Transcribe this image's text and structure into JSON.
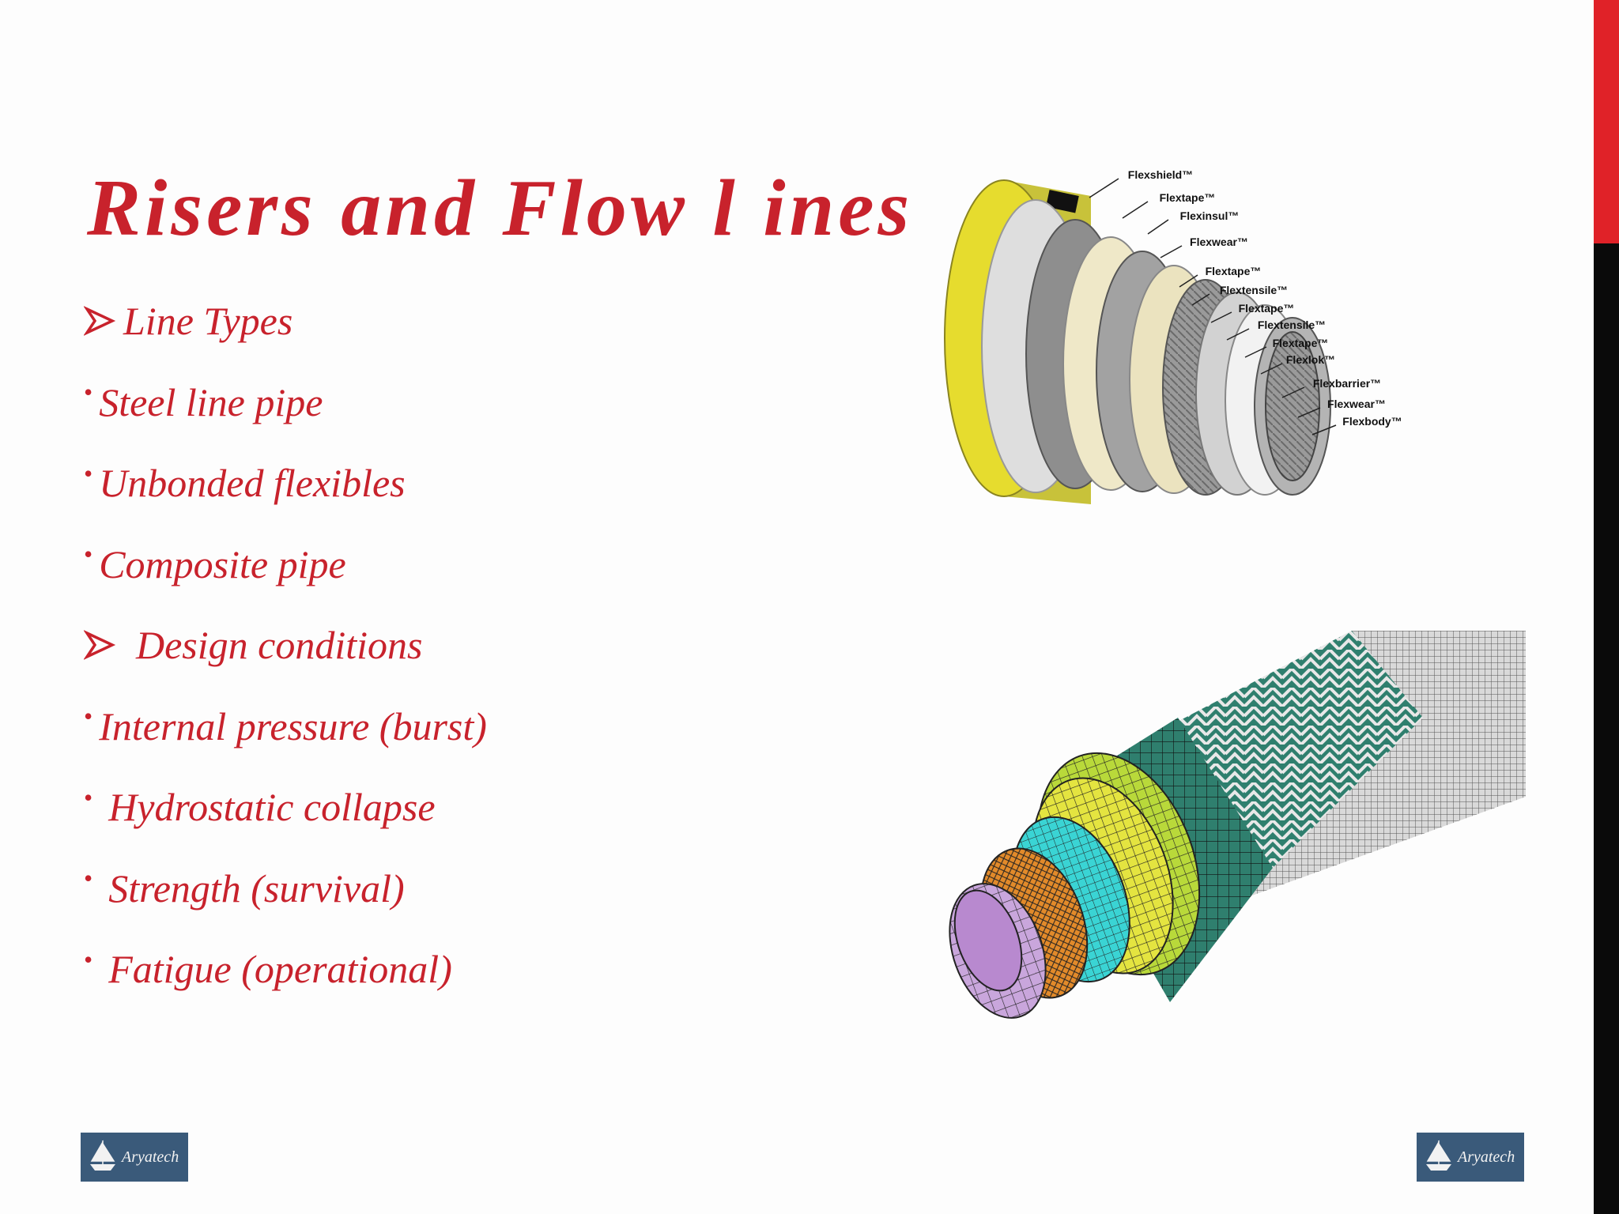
{
  "slide": {
    "title": "Risers and Flow l ines",
    "bullets": [
      {
        "marker": "arrow",
        "text": "Line Types"
      },
      {
        "marker": "dot",
        "text": "Steel line pipe"
      },
      {
        "marker": "dot",
        "text": "Unbonded flexibles"
      },
      {
        "marker": "dot",
        "text": "Composite pipe"
      },
      {
        "marker": "arrow",
        "text": "Design conditions"
      },
      {
        "marker": "dot",
        "text": "Internal pressure (burst)"
      },
      {
        "marker": "dot",
        "text": "Hydrostatic collapse"
      },
      {
        "marker": "dot",
        "text": "Strength (survival)"
      },
      {
        "marker": "dot",
        "text": "Fatigue (operational)"
      }
    ]
  },
  "figure_layers": {
    "labels": [
      "Flexshield™",
      "Flextape™",
      "Flexinsul™",
      "Flexwear™",
      "Flextape™",
      "Flextensile™",
      "Flextape™",
      "Flextensile™",
      "Flextape™",
      "Flexlok™",
      "Flexbarrier™",
      "Flexwear™",
      "Flexbody™"
    ]
  },
  "logo": {
    "text": "Aryatech",
    "icon": "sailing-ship-icon"
  },
  "colors": {
    "title_text": "#c8222c",
    "edge_red": "#e02228",
    "edge_black": "#0a0a0a",
    "logo_background": "#3a5a7a"
  }
}
